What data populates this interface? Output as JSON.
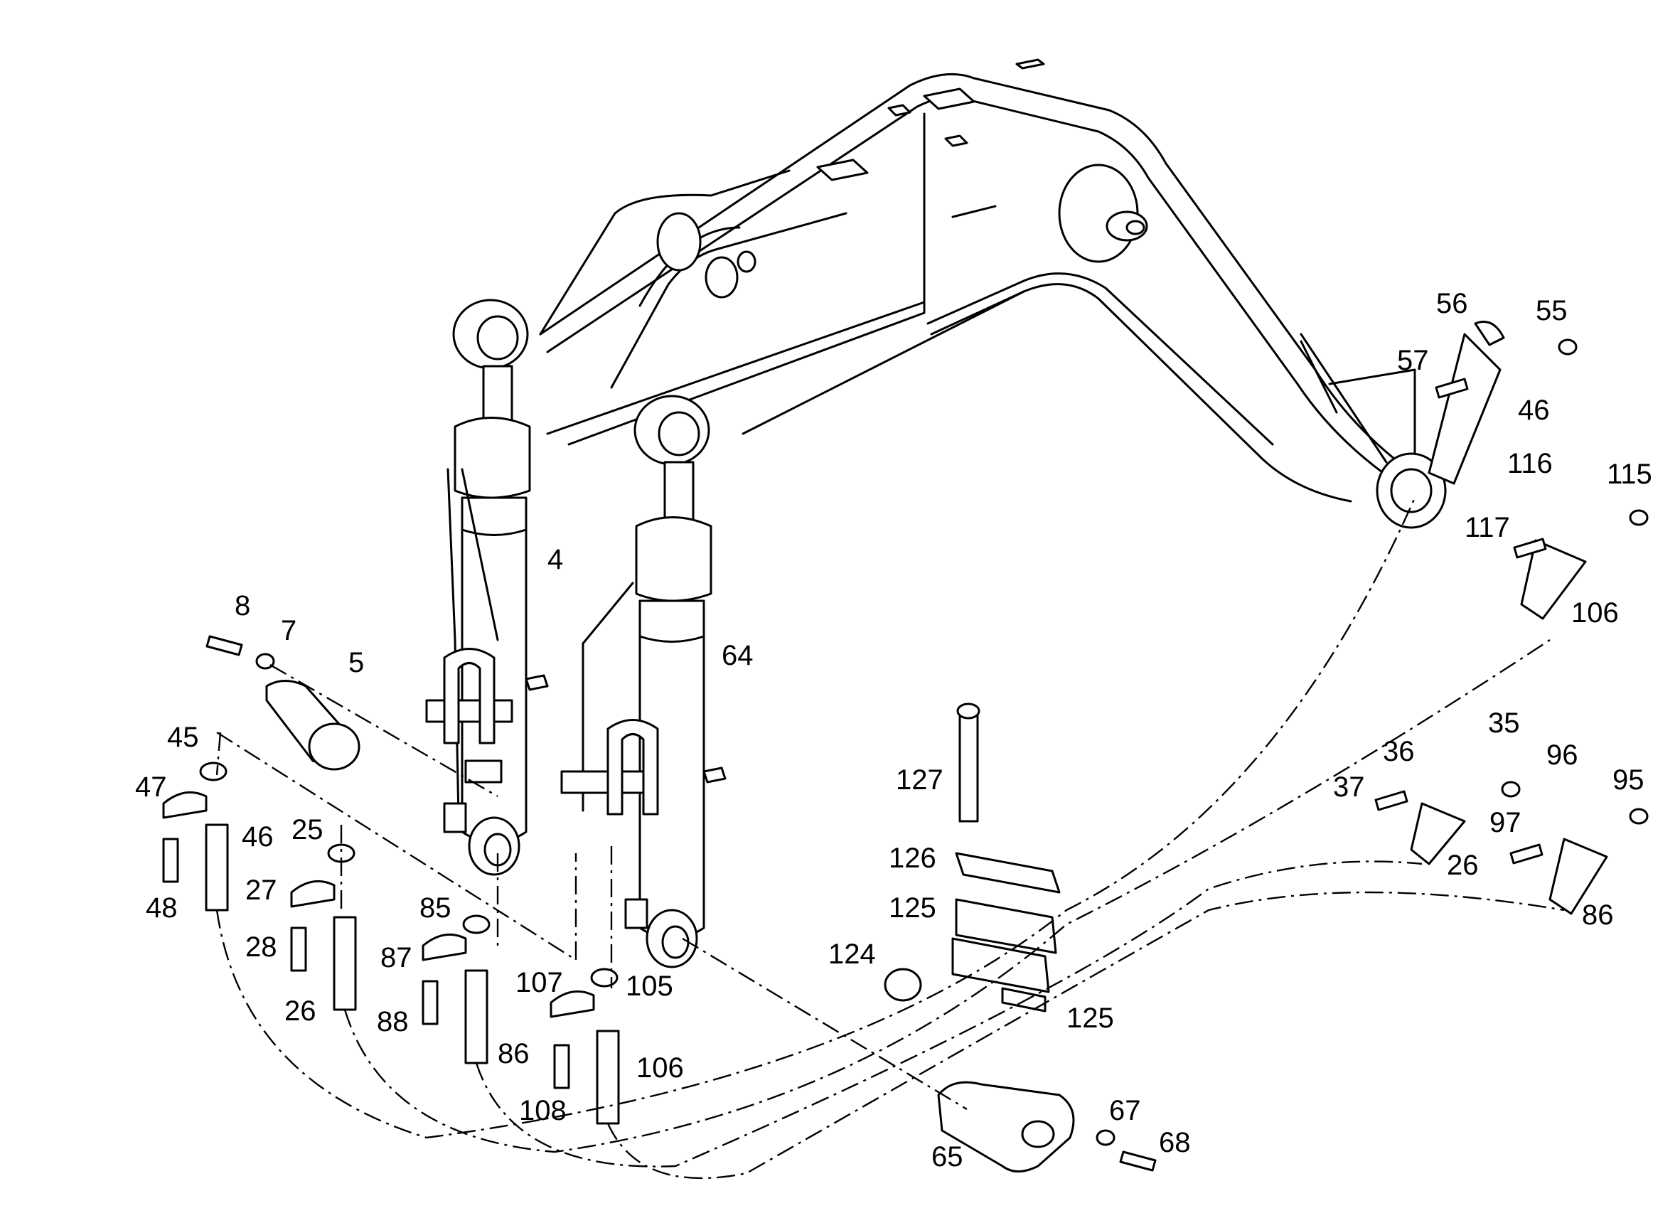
{
  "labels": {
    "p4": "4",
    "p5": "5",
    "p7": "7",
    "p8": "8",
    "p25": "25",
    "p26a": "26",
    "p26b": "26",
    "p27": "27",
    "p28": "28",
    "p35": "35",
    "p36": "36",
    "p37": "37",
    "p45": "45",
    "p46a": "46",
    "p46b": "46",
    "p47": "47",
    "p48": "48",
    "p55": "55",
    "p56": "56",
    "p57": "57",
    "p64": "64",
    "p65": "65",
    "p67": "67",
    "p68": "68",
    "p85": "85",
    "p86a": "86",
    "p86b": "86",
    "p87": "87",
    "p88": "88",
    "p95": "95",
    "p96": "96",
    "p97": "97",
    "p105": "105",
    "p106a": "106",
    "p106b": "106",
    "p107": "107",
    "p108": "108",
    "p115": "115",
    "p116": "116",
    "p117": "117",
    "p124": "124",
    "p125a": "125",
    "p125b": "125",
    "p126": "126",
    "p127": "127"
  }
}
